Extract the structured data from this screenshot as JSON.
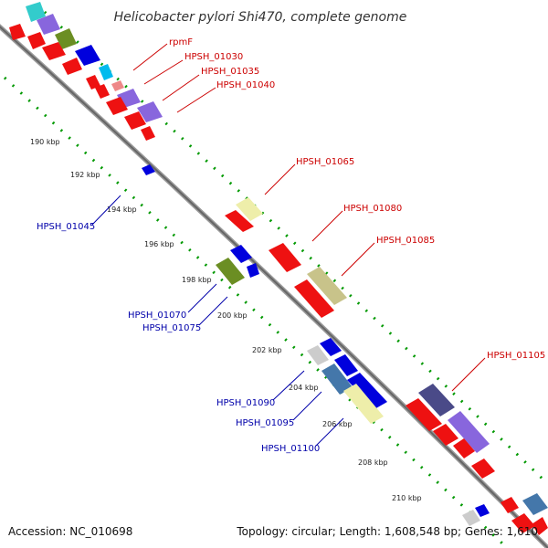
{
  "title": "Helicobacter pylori Shi470, complete genome",
  "footer": {
    "accession": "Accession: NC_010698",
    "topology": "Topology: circular; Length: 1,608,548 bp; Genes: 1,610"
  },
  "scale_ticks": [
    "190 kbp",
    "192 kbp",
    "194 kbp",
    "196 kbp",
    "198 kbp",
    "200 kbp",
    "202 kbp",
    "204 kbp",
    "206 kbp",
    "208 kbp",
    "210 kbp"
  ],
  "gene_labels": [
    {
      "text": "rpmF",
      "color": "#cc0000"
    },
    {
      "text": "HPSH_01030",
      "color": "#cc0000"
    },
    {
      "text": "HPSH_01035",
      "color": "#cc0000"
    },
    {
      "text": "HPSH_01040",
      "color": "#cc0000"
    },
    {
      "text": "HPSH_01065",
      "color": "#cc0000"
    },
    {
      "text": "HPSH_01080",
      "color": "#cc0000"
    },
    {
      "text": "HPSH_01085",
      "color": "#cc0000"
    },
    {
      "text": "HPSH_01105",
      "color": "#cc0000"
    },
    {
      "text": "HPSH_01045",
      "color": "#0000aa"
    },
    {
      "text": "HPSH_01070",
      "color": "#0000aa"
    },
    {
      "text": "HPSH_01075",
      "color": "#0000aa"
    },
    {
      "text": "HPSH_01090",
      "color": "#0000aa"
    },
    {
      "text": "HPSH_01095",
      "color": "#0000aa"
    },
    {
      "text": "HPSH_01100",
      "color": "#0000aa"
    }
  ],
  "colors": {
    "backbone": "#888888",
    "dot_track": "#009900",
    "forward_label": "#cc0000",
    "reverse_label": "#0000aa"
  }
}
